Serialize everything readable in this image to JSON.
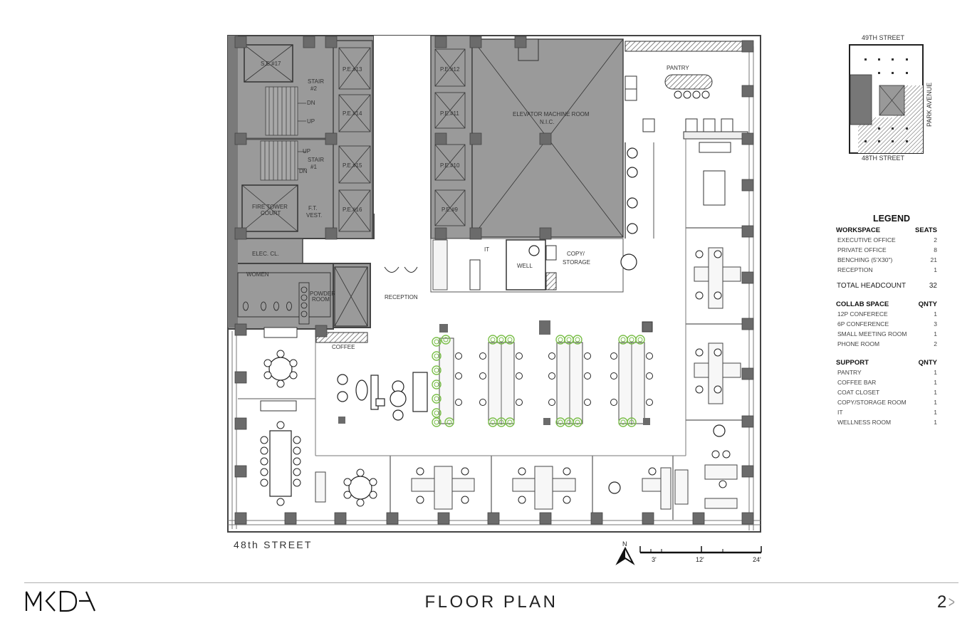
{
  "page": {
    "title": "FLOOR PLAN",
    "page_number": "2",
    "next_icon": "chevron-right-icon",
    "brand": "MKDA"
  },
  "plan": {
    "street_bottom": "48th STREET",
    "north_label": "N",
    "scale": {
      "ticks": [
        "3'",
        "12'",
        "24'"
      ]
    },
    "rooms": {
      "se17": "S.E.#17",
      "stair2": [
        "STAIR",
        "#2"
      ],
      "stair1": [
        "STAIR",
        "#1"
      ],
      "dn": "DN",
      "up": "UP",
      "fire_tower": [
        "FIRE TOWER",
        "COURT"
      ],
      "ft_vest": [
        "F.T.",
        "VEST."
      ],
      "pe13": "P.E.#13",
      "pe14": "P.E.#14",
      "pe15": "P.E.#15",
      "pe16": "P.E.#16",
      "pe12": "P.E.#12",
      "pe11": "P.E.#11",
      "pe10": "P.E.#10",
      "pe9": "P.E.#9",
      "elev_machine": [
        "ELEVATOR MACHINE ROOM",
        "N.I.C."
      ],
      "pantry": "PANTRY",
      "elec": "ELEC. CL.",
      "women": "WOMEN",
      "powder": [
        "POWDER",
        "ROOM"
      ],
      "reception": "RECEPTION",
      "it": "IT",
      "well": "WELL",
      "copy": [
        "COPY/",
        "STORAGE"
      ],
      "coffee": "COFFEE"
    }
  },
  "keyplan": {
    "top": "49TH STREET",
    "bottom": "48TH STREET",
    "side": "PARK AVENUE"
  },
  "legend": {
    "title": "LEGEND",
    "workspace": {
      "header": "WORKSPACE",
      "col": "SEATS",
      "rows": [
        {
          "label": "EXECUTIVE OFFICE",
          "value": "2"
        },
        {
          "label": "PRIVATE OFFICE",
          "value": "8"
        },
        {
          "label": "BENCHING (5'X30\")",
          "value": "21"
        },
        {
          "label": "RECEPTION",
          "value": "1"
        }
      ],
      "total_label": "TOTAL HEADCOUNT",
      "total_value": "32"
    },
    "collab": {
      "header": "COLLAB SPACE",
      "col": "QNTY",
      "rows": [
        {
          "label": "12P CONFERECE",
          "value": "1"
        },
        {
          "label": "6P CONFERENCE",
          "value": "3"
        },
        {
          "label": "SMALL MEETING ROOM",
          "value": "1"
        },
        {
          "label": "PHONE ROOM",
          "value": "2"
        }
      ]
    },
    "support": {
      "header": "SUPPORT",
      "col": "QNTY",
      "rows": [
        {
          "label": "PANTRY",
          "value": "1"
        },
        {
          "label": "COFFEE BAR",
          "value": "1"
        },
        {
          "label": "COAT CLOSET",
          "value": "1"
        },
        {
          "label": "COPY/STORAGE ROOM",
          "value": "1"
        },
        {
          "label": "IT",
          "value": "1"
        },
        {
          "label": "WELLNESS ROOM",
          "value": "1"
        }
      ]
    }
  },
  "colors": {
    "core_gray": "#9a9a9a",
    "column": "#6b6b6b",
    "wall": "#555555",
    "plant_green": "#7bbf4a",
    "rule": "#b0b0b0"
  }
}
